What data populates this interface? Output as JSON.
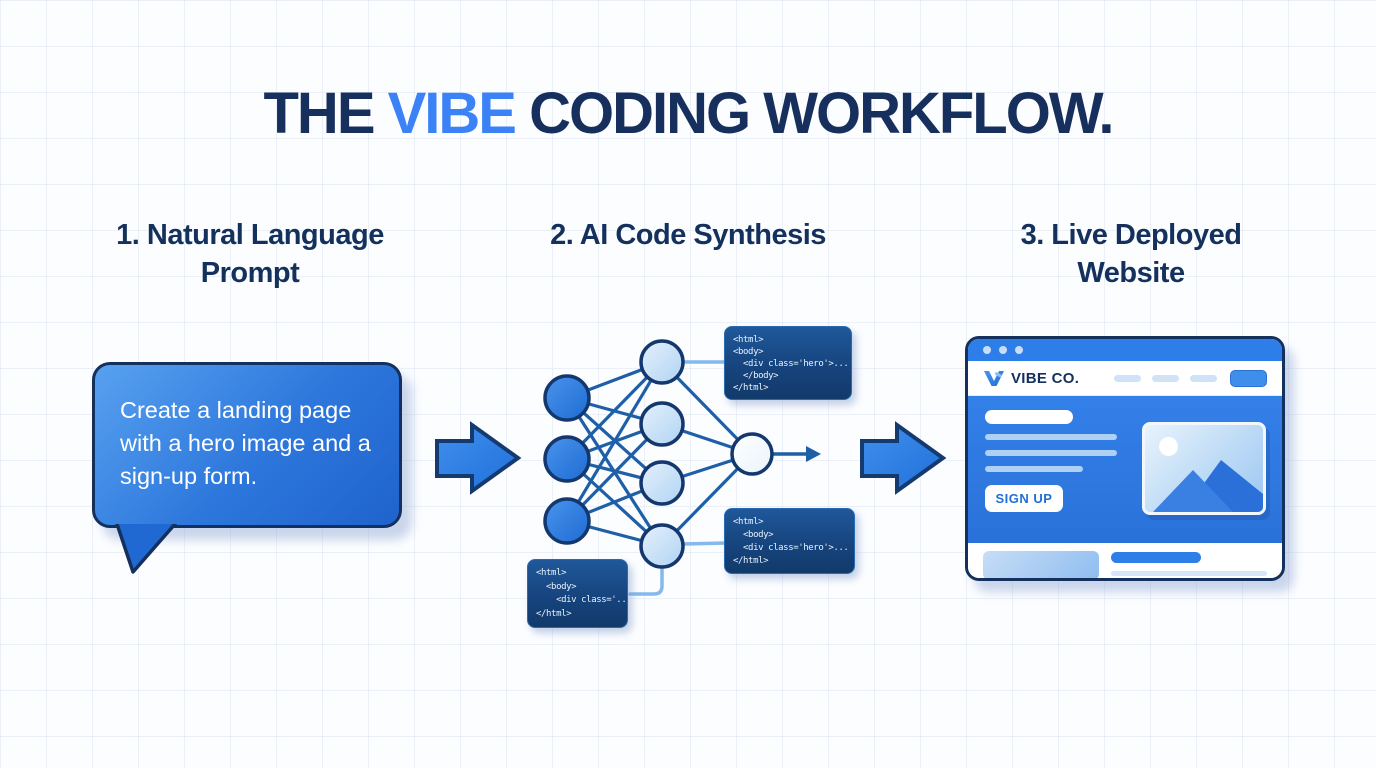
{
  "title": {
    "part1": "THE ",
    "highlight": "VIBE",
    "part2": " CODING WORKFLOW."
  },
  "steps": {
    "step1": {
      "heading": "1. Natural Language Prompt"
    },
    "step2": {
      "heading": "2. AI Code Synthesis"
    },
    "step3": {
      "heading": "3. Live Deployed Website"
    }
  },
  "prompt_bubble": {
    "text": "Create a landing page with a hero image and a sign-up form."
  },
  "code_snippets": {
    "top_right": [
      "<html>",
      "<body>",
      "  <div class='hero'>...",
      "  </body>",
      "</html>"
    ],
    "bottom_right": [
      "<html>",
      "  <body>",
      "  <div class='hero'>...",
      "</html>"
    ],
    "bottom_left": [
      "<html>",
      "  <body>",
      "    <div class='...",
      "</html>"
    ]
  },
  "browser": {
    "brand": "VIBE CO.",
    "signup_label": "SIGN UP"
  },
  "colors": {
    "navy": "#14305c",
    "accent_blue": "#3b82f6",
    "arrow_blue": "#2e7ee9",
    "bubble_gradient_start": "#58a1f0",
    "bubble_gradient_end": "#1f63cd",
    "code_box_top": "#20589a",
    "code_box_bottom": "#123a6b",
    "hero_blue": "#2e7ee9"
  }
}
